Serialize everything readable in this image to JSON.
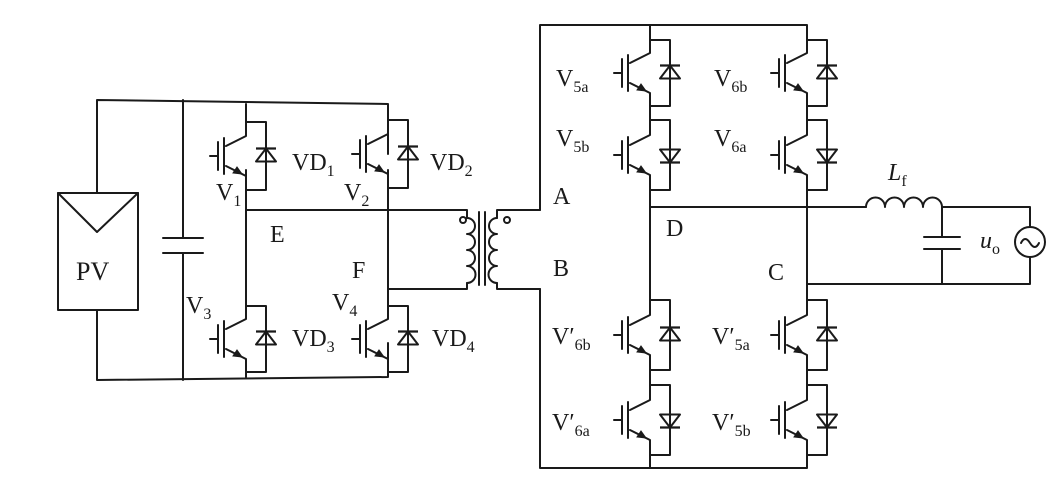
{
  "components": {
    "pv": "PV",
    "switches": [
      {
        "id": "v1",
        "base": "V",
        "sub": "1",
        "prime": false,
        "diode_base": "VD",
        "diode_sub": "1"
      },
      {
        "id": "v2",
        "base": "V",
        "sub": "2",
        "prime": false,
        "diode_base": "VD",
        "diode_sub": "2"
      },
      {
        "id": "v3",
        "base": "V",
        "sub": "3",
        "prime": false,
        "diode_base": "VD",
        "diode_sub": "3"
      },
      {
        "id": "v4",
        "base": "V",
        "sub": "4",
        "prime": false,
        "diode_base": "VD",
        "diode_sub": "4"
      },
      {
        "id": "v5a",
        "base": "V",
        "sub": "5a",
        "prime": false
      },
      {
        "id": "v5b",
        "base": "V",
        "sub": "5b",
        "prime": false
      },
      {
        "id": "v6b",
        "base": "V",
        "sub": "6b",
        "prime": false
      },
      {
        "id": "v6a",
        "base": "V",
        "sub": "6a",
        "prime": false
      },
      {
        "id": "v6b-prime",
        "base": "V",
        "sub": "6b",
        "prime": true
      },
      {
        "id": "v6a-prime",
        "base": "V",
        "sub": "6a",
        "prime": true
      },
      {
        "id": "v5a-prime",
        "base": "V",
        "sub": "5a",
        "prime": true
      },
      {
        "id": "v5b-prime",
        "base": "V",
        "sub": "5b",
        "prime": true
      }
    ],
    "inductor": {
      "base": "L",
      "sub": "f"
    },
    "output": {
      "base": "u",
      "sub": "o",
      "symbol": "~"
    }
  },
  "nodes": {
    "a": "A",
    "b": "B",
    "c": "C",
    "d": "D",
    "e": "E",
    "f": "F"
  }
}
